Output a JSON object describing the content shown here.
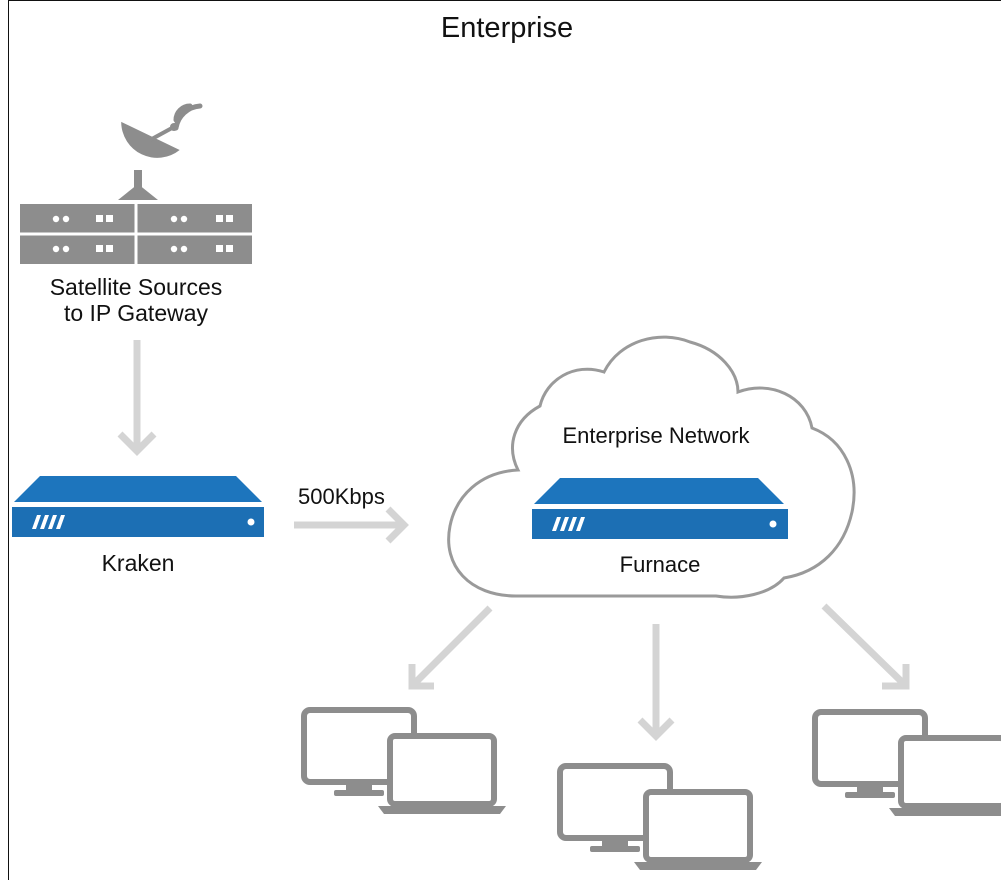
{
  "title": "Enterprise",
  "satellite": {
    "line1": "Satellite Sources",
    "line2": "to IP Gateway"
  },
  "kraken": {
    "label": "Kraken"
  },
  "link": {
    "rate": "500Kbps"
  },
  "network": {
    "label": "Enterprise Network"
  },
  "furnace": {
    "label": "Furnace"
  },
  "colors": {
    "device_blue": "#1c6fb4",
    "device_top": "#1d75bd",
    "arrow_grey": "#d4d4d4",
    "icon_grey": "#8d8d8d",
    "cloud_stroke": "#9a9a9a"
  },
  "clients": [
    {
      "icon": "desktop-laptop-icon"
    },
    {
      "icon": "desktop-laptop-icon"
    },
    {
      "icon": "desktop-laptop-icon"
    }
  ]
}
